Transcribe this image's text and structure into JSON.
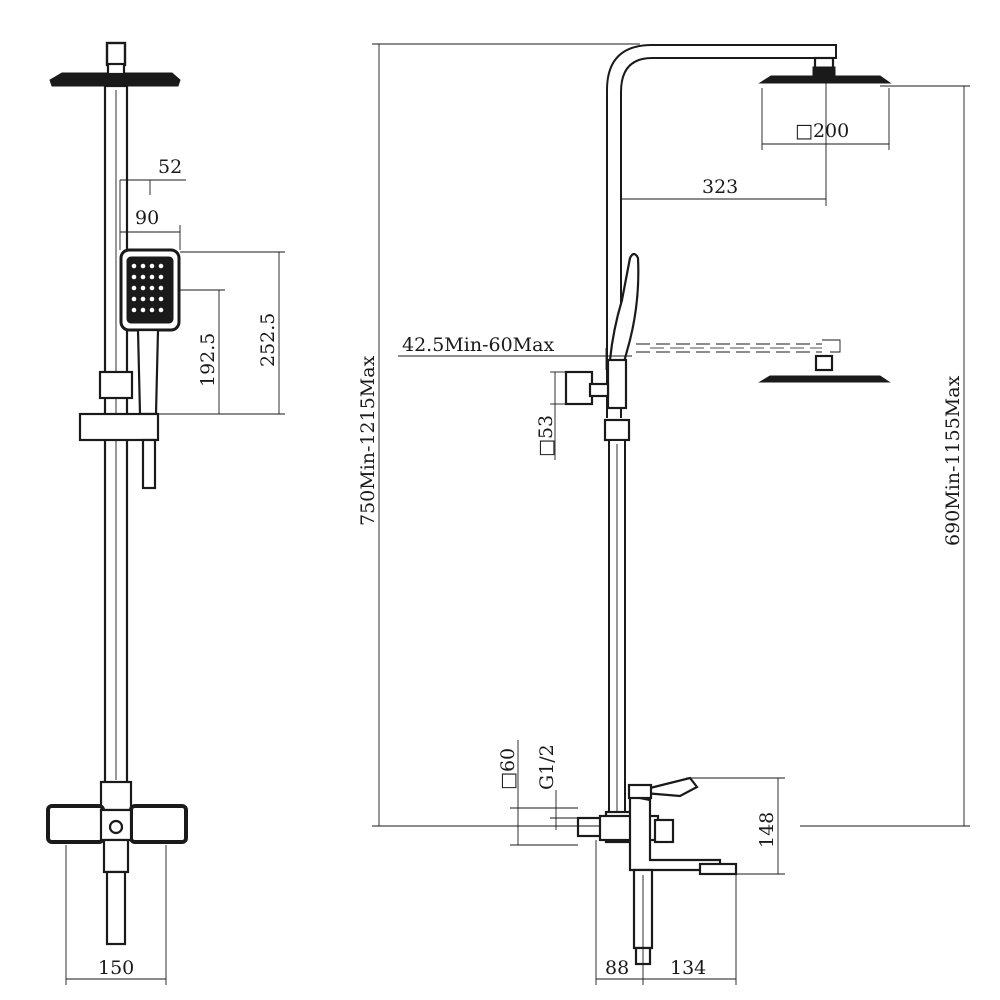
{
  "dimensions": {
    "front_top_offset": "52",
    "handshower_width": "90",
    "handshower_to_holder": "192.5",
    "handshower_total": "252.5",
    "mixer_width": "150",
    "total_height": "750Min-1215Max",
    "arm_length": "323",
    "head_size": "□200",
    "holder_slide": "42.5Min-60Max",
    "holder_size": "□53",
    "head_height": "690Min-1155Max",
    "connector_size": "□60",
    "thread": "G1/2",
    "mixer_height": "148",
    "wall_offset": "88",
    "spout_reach": "134"
  }
}
